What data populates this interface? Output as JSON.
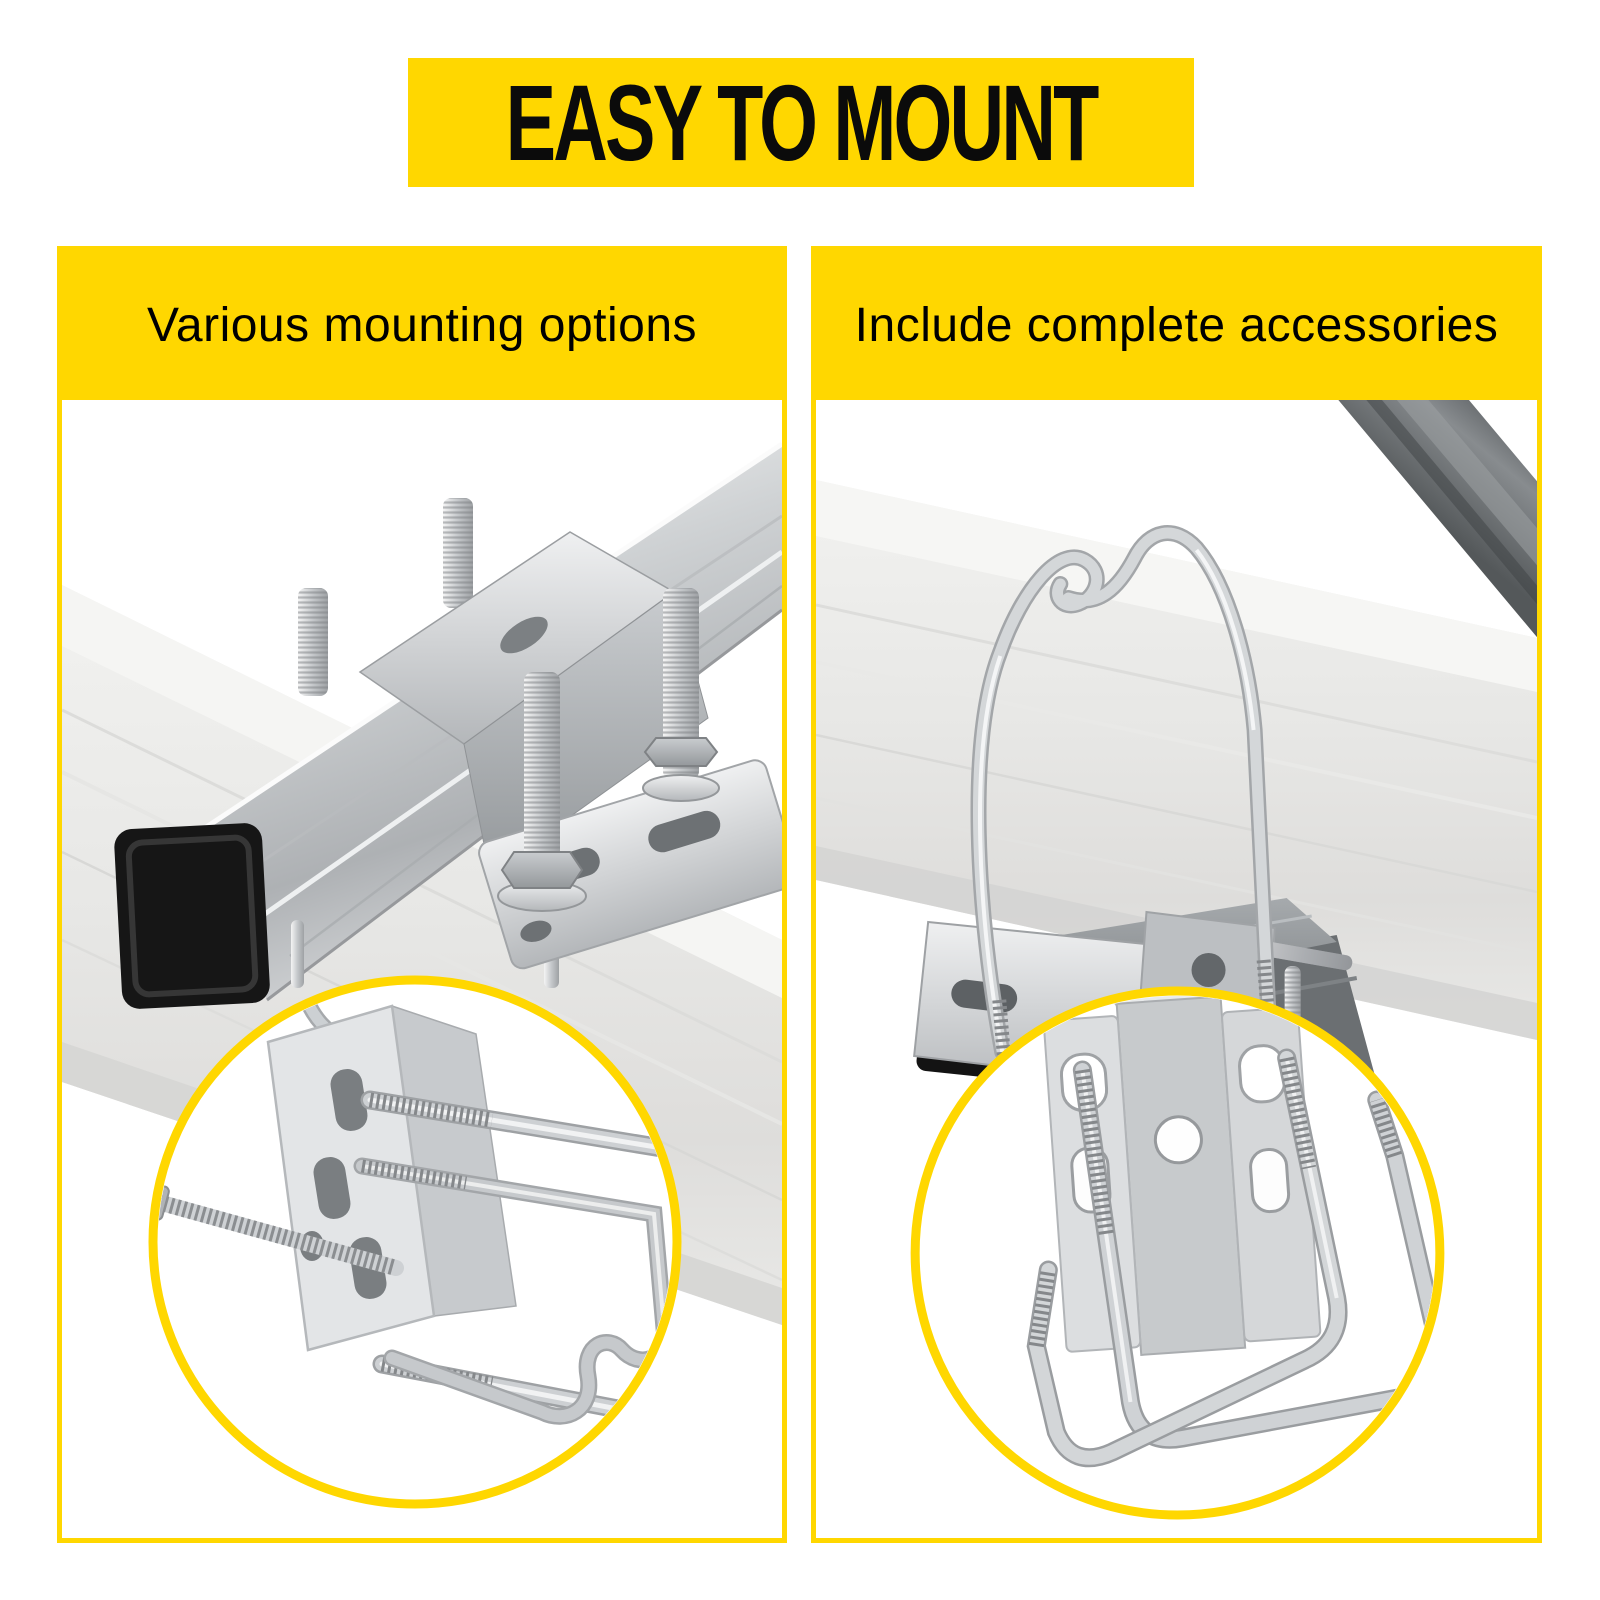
{
  "banner": {
    "title": "EASY TO MOUNT"
  },
  "panels": {
    "left": {
      "caption": "Various mounting options"
    },
    "right": {
      "caption": "Include complete accessories"
    }
  },
  "colors": {
    "brand_yellow": "#FFD700",
    "title_text": "#0B0B0B",
    "caption_text": "#000000",
    "background": "#FFFFFF",
    "beam_pale_gray": "#E8E8E6",
    "metal_light": "#ECEDEE",
    "metal_mid": "#C3C6C9",
    "metal_dark": "#8F9396",
    "pole_dark_gray": "#5A5E60",
    "end_cap_black": "#161616"
  }
}
